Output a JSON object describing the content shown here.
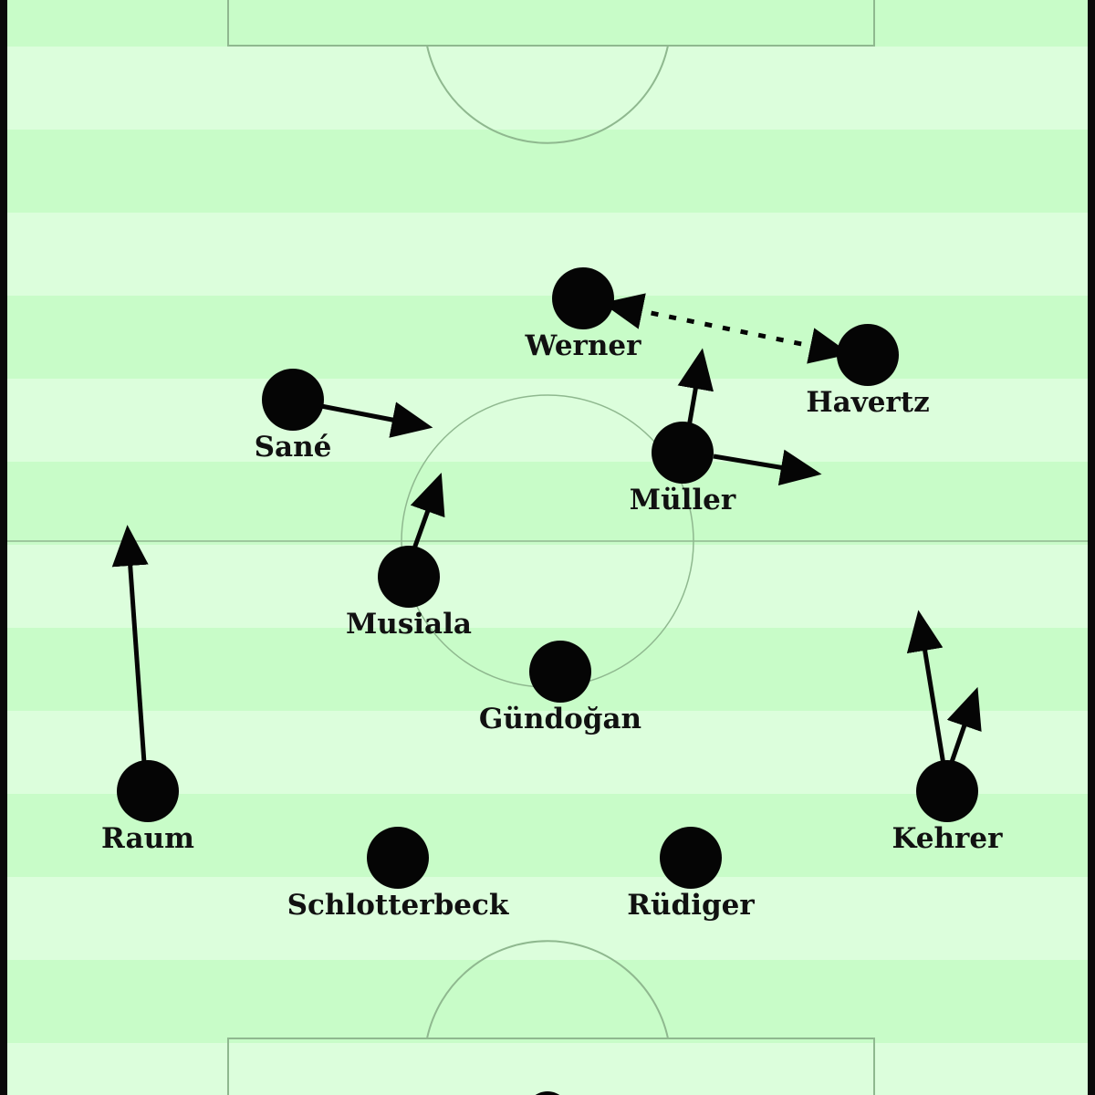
{
  "colors": {
    "stripe_dark": "#c8fcc8",
    "stripe_light": "#dcfedc",
    "line": "#8fb88f",
    "border": "#0a0a0a",
    "player": "#050505",
    "arrow": "#050505"
  },
  "players": [
    {
      "id": "werner",
      "name": "Werner"
    },
    {
      "id": "havertz",
      "name": "Havertz"
    },
    {
      "id": "sane",
      "name": "Sané"
    },
    {
      "id": "muller",
      "name": "Müller"
    },
    {
      "id": "musiala",
      "name": "Musiala"
    },
    {
      "id": "gundogan",
      "name": "Gündoğan"
    },
    {
      "id": "raum",
      "name": "Raum"
    },
    {
      "id": "kehrer",
      "name": "Kehrer"
    },
    {
      "id": "schlotterbeck",
      "name": "Schlotterbeck"
    },
    {
      "id": "rudiger",
      "name": "Rüdiger"
    }
  ],
  "movement_arrows": [
    {
      "from": "sane",
      "style": "solid"
    },
    {
      "from": "muller",
      "style": "solid"
    },
    {
      "from": "muller",
      "style": "solid"
    },
    {
      "from": "musiala",
      "style": "solid"
    },
    {
      "from": "raum",
      "style": "solid"
    },
    {
      "from": "kehrer",
      "style": "solid"
    },
    {
      "from": "kehrer",
      "style": "solid"
    },
    {
      "from": "werner",
      "to": "havertz",
      "style": "dotted",
      "bidirectional": true
    }
  ]
}
